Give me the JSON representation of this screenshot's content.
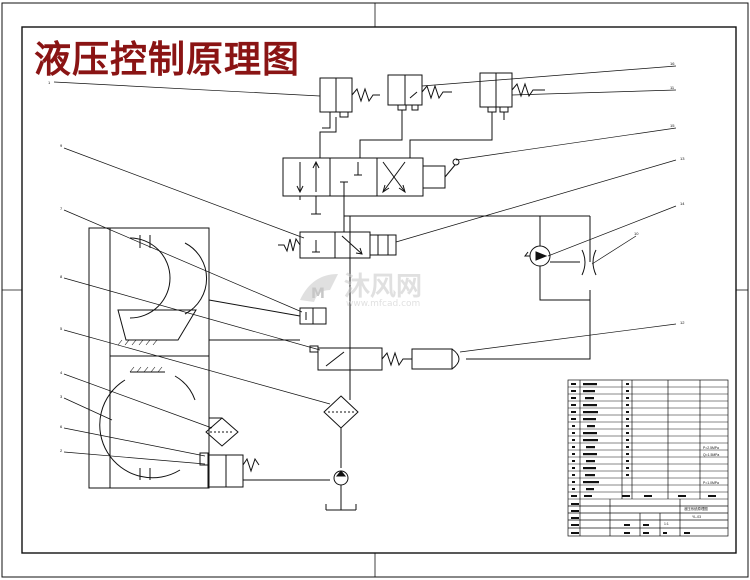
{
  "title": "液压控制原理图",
  "colors": {
    "title": "#8a1414",
    "ink": "#111111",
    "paper": "#ffffff",
    "watermark": "#c8c8c8"
  },
  "watermark": {
    "brand": "沐风网",
    "url": "www.mfcad.com",
    "logo_letter": "M"
  },
  "callouts": [
    "1",
    "2",
    "3",
    "4",
    "5",
    "6",
    "7",
    "8",
    "9",
    "10",
    "11",
    "12",
    "13",
    "14",
    "15",
    "16"
  ],
  "icons": [
    "valve-icon",
    "filter-icon",
    "pump-icon",
    "motor-icon",
    "accumulator-icon",
    "spring-icon",
    "tank-icon",
    "cylinder-icon"
  ],
  "title_block": {
    "drawing_name": "液压系统原理图",
    "drawing_code": "YL-03",
    "ratio": "1:1",
    "notes": [
      "P=2.5MPa",
      "Q=1.5MPa",
      "P=1.0MPa"
    ]
  }
}
